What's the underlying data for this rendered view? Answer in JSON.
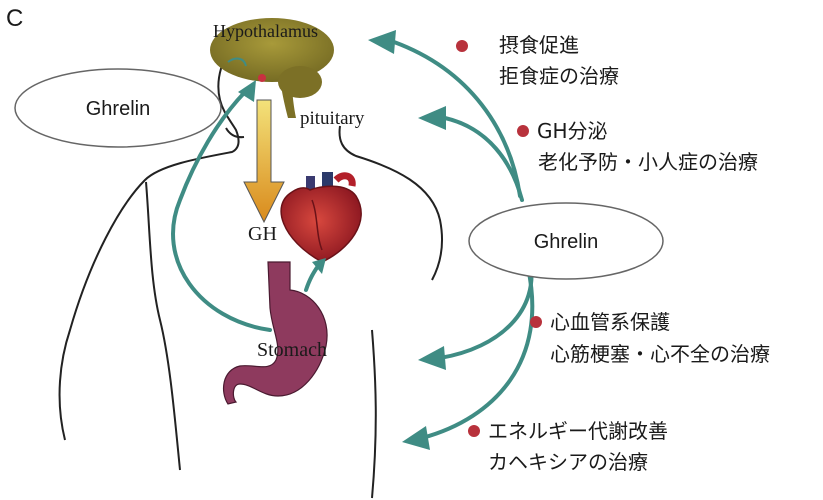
{
  "panel_label": "C",
  "labels": {
    "hypothalamus": "Hypothalamus",
    "pituitary": "pituitary",
    "gh": "GH",
    "stomach": "Stomach"
  },
  "ghrelin_left": "Ghrelin",
  "ghrelin_right": "Ghrelin",
  "effects": [
    {
      "line1": "摂食促進",
      "line2": "拒食症の治療"
    },
    {
      "line1": "GH分泌",
      "line2": "老化予防・小人症の治療"
    },
    {
      "line1": "心血管系保護",
      "line2": "心筋梗塞・心不全の治療"
    },
    {
      "line1": "エネルギー代謝改善",
      "line2": "カヘキシアの治療"
    }
  ],
  "colors": {
    "arrow": "#3f8c84",
    "bullet": "#b8323c",
    "brain": "#8b7f2c",
    "stomach": "#8e3a5e",
    "heart": "#b3202a",
    "gh_arrow_top": "#f3e27a",
    "gh_arrow_bottom": "#d98a1c"
  }
}
